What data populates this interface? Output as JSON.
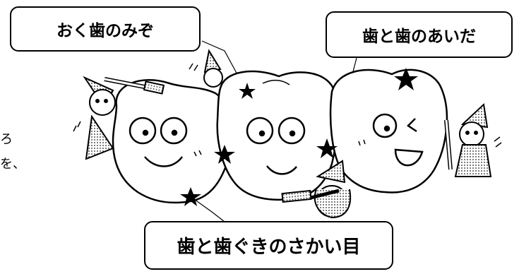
{
  "callouts": {
    "back_tooth_groove": "おく歯のみぞ",
    "between_teeth": "歯と歯のあいだ",
    "tooth_gum_border": "歯と歯ぐきのさかい目"
  },
  "cut_text": {
    "line1": "ろ",
    "line2": "を、"
  },
  "colors": {
    "ink": "#000000",
    "background": "#ffffff",
    "tone": "#9a9a9a"
  },
  "icons": [
    "star-icon",
    "tooth-character",
    "gnome-with-toothbrush"
  ]
}
